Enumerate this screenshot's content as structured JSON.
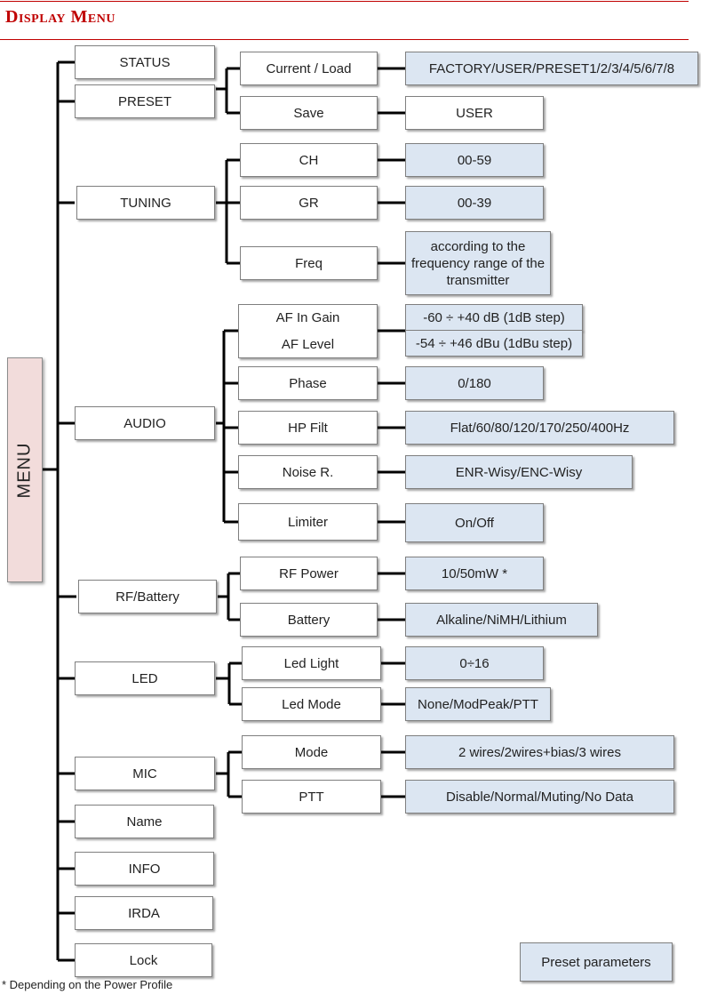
{
  "title": "Display Menu",
  "menu_label": "MENU",
  "footnote": "* Depending on the Power Profile",
  "legend": "Preset parameters",
  "colors": {
    "accent": "#c00000",
    "value_fill": "#dce6f2",
    "menu_fill": "#f2dcdb"
  },
  "main_items": {
    "status": "STATUS",
    "preset": "PRESET",
    "tuning": "TUNING",
    "audio": "AUDIO",
    "rf_battery": "RF/Battery",
    "led": "LED",
    "mic": "MIC",
    "name": "Name",
    "info": "INFO",
    "irda": "IRDA",
    "lock": "Lock"
  },
  "sub_items": {
    "current_load": "Current / Load",
    "save": "Save",
    "ch": "CH",
    "gr": "GR",
    "freq": "Freq",
    "af_in_gain": "AF In Gain",
    "af_level": "AF Level",
    "phase": "Phase",
    "hp_filt": "HP Filt",
    "noise_r": "Noise R.",
    "limiter": "Limiter",
    "rf_power": "RF Power",
    "battery": "Battery",
    "led_light": "Led Light",
    "led_mode": "Led Mode",
    "mode": "Mode",
    "ptt": "PTT"
  },
  "values": {
    "current_load": "FACTORY/USER/PRESET1/2/3/4/5/6/7/8",
    "save": "USER",
    "ch": "00-59",
    "gr": "00-39",
    "freq": "according to the frequency range of the transmitter",
    "af_in_gain": "-60 ÷ +40 dB (1dB step)",
    "af_level": "-54 ÷ +46 dBu (1dBu step)",
    "phase": "0/180",
    "hp_filt": "Flat/60/80/120/170/250/400Hz",
    "noise_r": "ENR-Wisy/ENC-Wisy",
    "limiter": "On/Off",
    "rf_power": "10/50mW *",
    "battery": "Alkaline/NiMH/Lithium",
    "led_light": "0÷16",
    "led_mode": "None/ModPeak/PTT",
    "mode": "2 wires/2wires+bias/3 wires",
    "ptt": "Disable/Normal/Muting/No Data"
  }
}
